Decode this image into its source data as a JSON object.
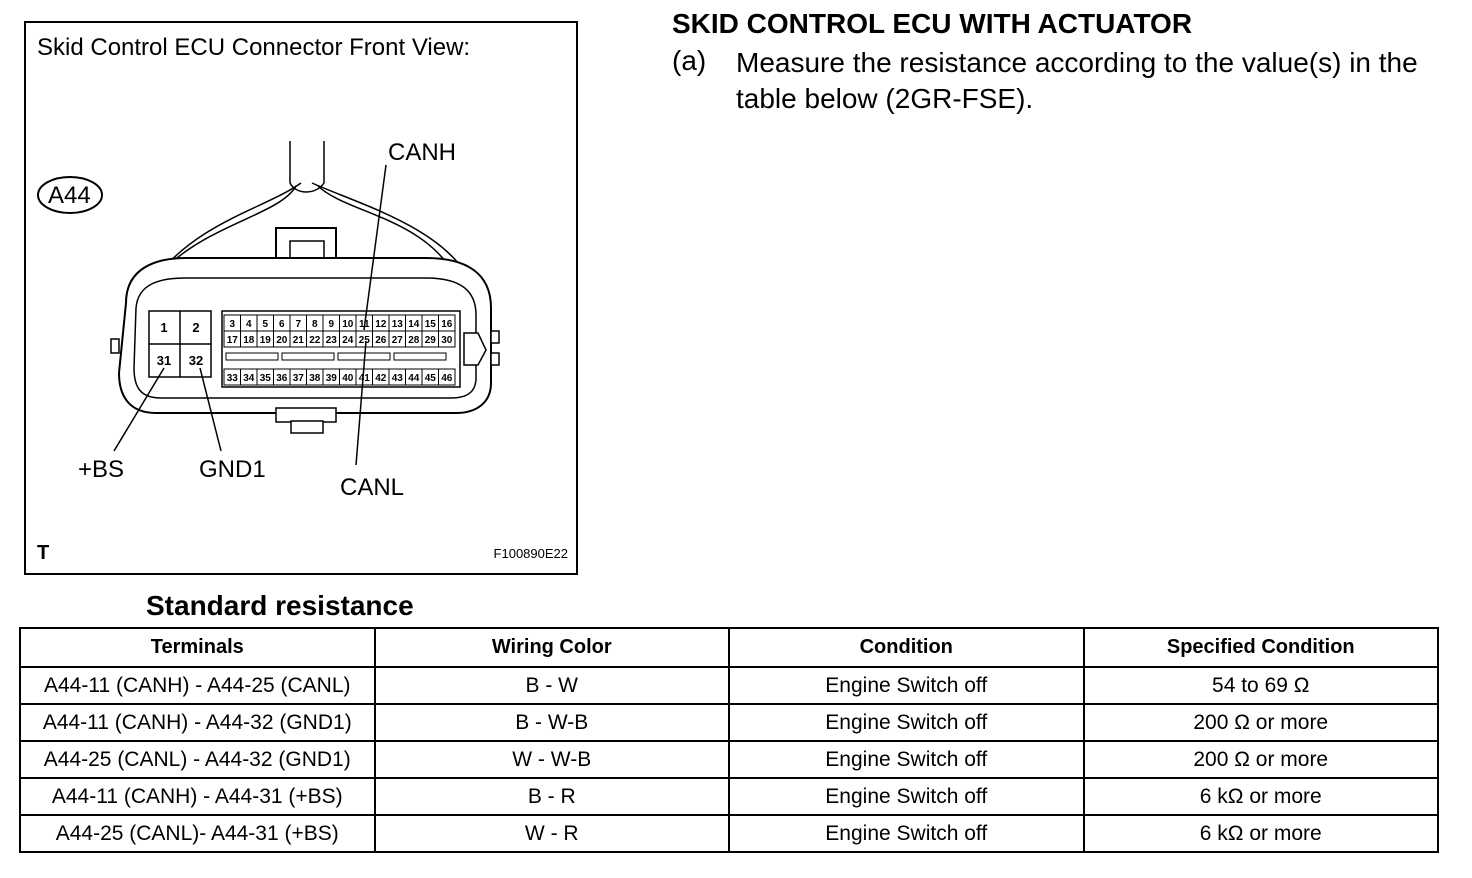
{
  "figure": {
    "title": "Skid Control ECU Connector Front View:",
    "connector_id": "A44",
    "tag": "T",
    "code": "F100890E22",
    "callouts": {
      "canh": "CANH",
      "canl": "CANL",
      "bs": "+BS",
      "gnd1": "GND1"
    },
    "large_pins": [
      "1",
      "2",
      "31",
      "32"
    ],
    "pin_row_1": [
      "3",
      "4",
      "5",
      "6",
      "7",
      "8",
      "9",
      "10",
      "11",
      "12",
      "13",
      "14",
      "15",
      "16"
    ],
    "pin_row_2": [
      "17",
      "18",
      "19",
      "20",
      "21",
      "22",
      "23",
      "24",
      "25",
      "26",
      "27",
      "28",
      "29",
      "30"
    ],
    "pin_row_3": [
      "33",
      "34",
      "35",
      "36",
      "37",
      "38",
      "39",
      "40",
      "41",
      "42",
      "43",
      "44",
      "45",
      "46"
    ]
  },
  "heading": "SKID CONTROL ECU WITH ACTUATOR",
  "step": {
    "label": "(a)",
    "text": "Measure the resistance according to the value(s) in the table below (2GR-FSE)."
  },
  "table": {
    "title": "Standard resistance",
    "headers": [
      "Terminals",
      "Wiring Color",
      "Condition",
      "Specified Condition"
    ],
    "rows": [
      [
        "A44-11 (CANH) - A44-25 (CANL)",
        "B - W",
        "Engine Switch off",
        "54 to 69 Ω"
      ],
      [
        "A44-11 (CANH) - A44-32 (GND1)",
        "B - W-B",
        "Engine Switch off",
        "200 Ω or more"
      ],
      [
        "A44-25 (CANL) - A44-32 (GND1)",
        "W - W-B",
        "Engine Switch off",
        "200 Ω or more"
      ],
      [
        "A44-11 (CANH) - A44-31 (+BS)",
        "B - R",
        "Engine Switch off",
        "6 kΩ or more"
      ],
      [
        "A44-25 (CANL)- A44-31 (+BS)",
        "W - R",
        "Engine Switch off",
        "6 kΩ or more"
      ]
    ]
  }
}
